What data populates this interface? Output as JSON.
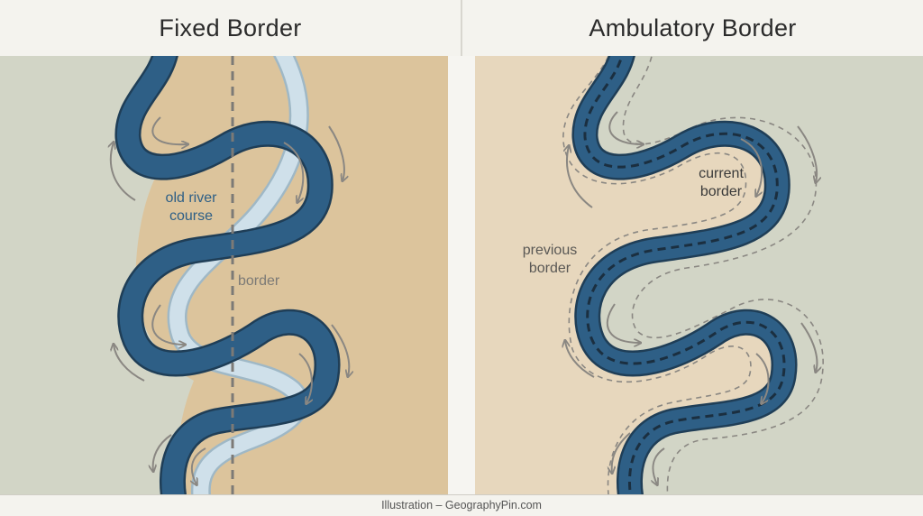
{
  "titles": {
    "left": "Fixed Border",
    "right": "Ambulatory Border"
  },
  "left_panel": {
    "labels": {
      "old_river_course_line1": "old river",
      "old_river_course_line2": "course",
      "border": "border"
    }
  },
  "right_panel": {
    "labels": {
      "current_border_line1": "current",
      "current_border_line2": "border",
      "previous_border_line1": "previous",
      "previous_border_line2": "border"
    }
  },
  "footer": "Illustration – GeographyPin.com",
  "colors": {
    "river": "#2e5f86",
    "river_outline": "#1f3e57",
    "old_river": "#c9dce8",
    "land_green": "#d2d5c6",
    "land_tan": "#dcc49c",
    "land_tan_light": "#e7d7bd",
    "arrow_gray": "#8a8782",
    "dash": "#7c7a76"
  }
}
